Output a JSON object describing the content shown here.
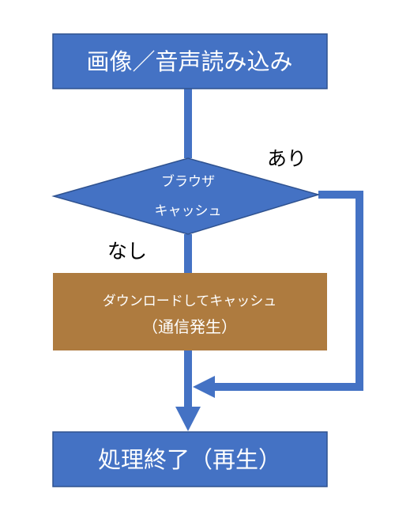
{
  "diagram": {
    "start_box": {
      "label": "画像／音声読み込み"
    },
    "decision": {
      "line1": "ブラウザ",
      "line2": "キャッシュ"
    },
    "branch_yes": {
      "label": "あり"
    },
    "branch_no": {
      "label": "なし"
    },
    "download_box": {
      "line1": "ダウンロードしてキャッシュ",
      "line2": "（通信発生）"
    },
    "end_box": {
      "label": "処理終了（再生）"
    },
    "colors": {
      "blue": "#4472C4",
      "blue_border": "#2F528F",
      "brown": "#AE7B3F",
      "text_on_shape": "#FFFFFF",
      "label_text": "#000000"
    }
  }
}
